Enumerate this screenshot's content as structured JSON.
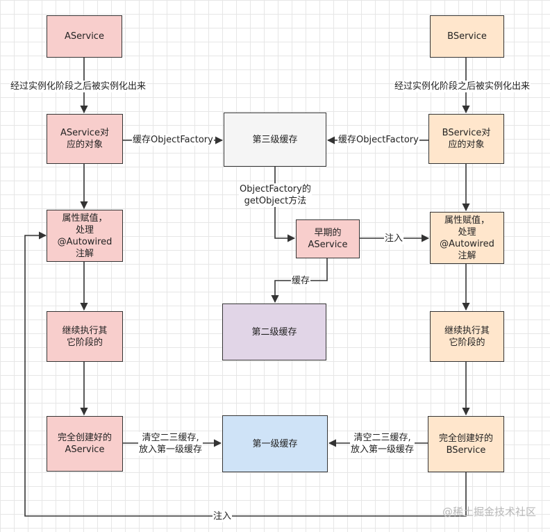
{
  "nodes": {
    "a_service": "AService",
    "b_service": "BService",
    "a_object": "AService对\n应的对象",
    "b_object": "BService对\n应的对象",
    "third_cache": "第三级缓存",
    "a_props": "属性赋值，\n处理\n@Autowired\n注解",
    "b_props": "属性赋值，\n处理\n@Autowired\n注解",
    "early_a": "早期的\nAService",
    "second_cache": "第二级缓存",
    "a_continue": "继续执行其\n它阶段的",
    "b_continue": "继续执行其\n它阶段的",
    "a_complete": "完全创建好的\nAService",
    "b_complete": "完全创建好的\nBService",
    "first_cache": "第一级缓存"
  },
  "labels": {
    "a_instantiated": "经过实例化阶段之后被实例化出来",
    "b_instantiated": "经过实例化阶段之后被实例化出来",
    "a_cache_factory": "缓存ObjectFactory",
    "b_cache_factory": "缓存ObjectFactory",
    "get_object": "ObjectFactory的\ngetObject方法",
    "inject_b": "注入",
    "cache_early": "缓存",
    "a_clear": "清空二三缓存,\n放入第一级缓存",
    "b_clear": "清空二三缓存,\n放入第一级缓存",
    "inject_a": "注入"
  },
  "watermark": "@稀土掘金技术社区",
  "colors": {
    "a_fill": "#f8cecc",
    "b_fill": "#ffe6cc",
    "third_fill": "#f5f5f5",
    "second_fill": "#e1d5e7",
    "first_fill": "#cfe3f7",
    "stroke": "#333333"
  }
}
